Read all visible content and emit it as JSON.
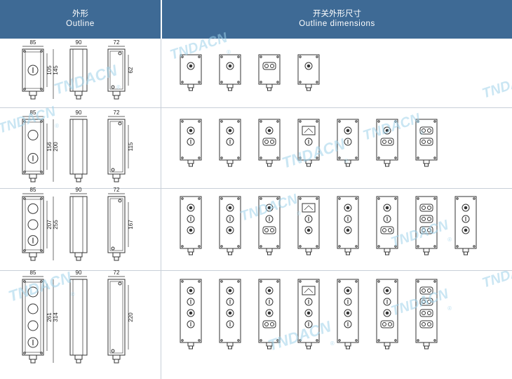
{
  "header": {
    "left_title_cn": "外形",
    "left_title_en": "Outline",
    "right_title_cn": "开关外形尺寸",
    "right_title_en": "Outline dimensions"
  },
  "watermark": "TNDACN",
  "registered_mark": "®",
  "rows": [
    {
      "front_width": "85",
      "front_height_inner": "105",
      "front_height_outer": "145",
      "side_width": "90",
      "back_width": "72",
      "back_height": "62",
      "buttons": 1,
      "variants": 4
    },
    {
      "front_width": "85",
      "front_height_inner": "156",
      "front_height_outer": "200",
      "side_width": "90",
      "back_width": "72",
      "back_height": "115",
      "buttons": 2,
      "variants": 7
    },
    {
      "front_width": "85",
      "front_height_inner": "207",
      "front_height_outer": "255",
      "side_width": "90",
      "back_width": "72",
      "back_height": "167",
      "buttons": 3,
      "variants": 8
    },
    {
      "front_width": "85",
      "front_height_inner": "261",
      "front_height_outer": "314",
      "side_width": "90",
      "back_width": "72",
      "back_height": "220",
      "buttons": 4,
      "variants": 7
    }
  ],
  "colors": {
    "header_bg": "#3e6a95",
    "line": "#333333",
    "watermark": "#9fd2ea"
  }
}
